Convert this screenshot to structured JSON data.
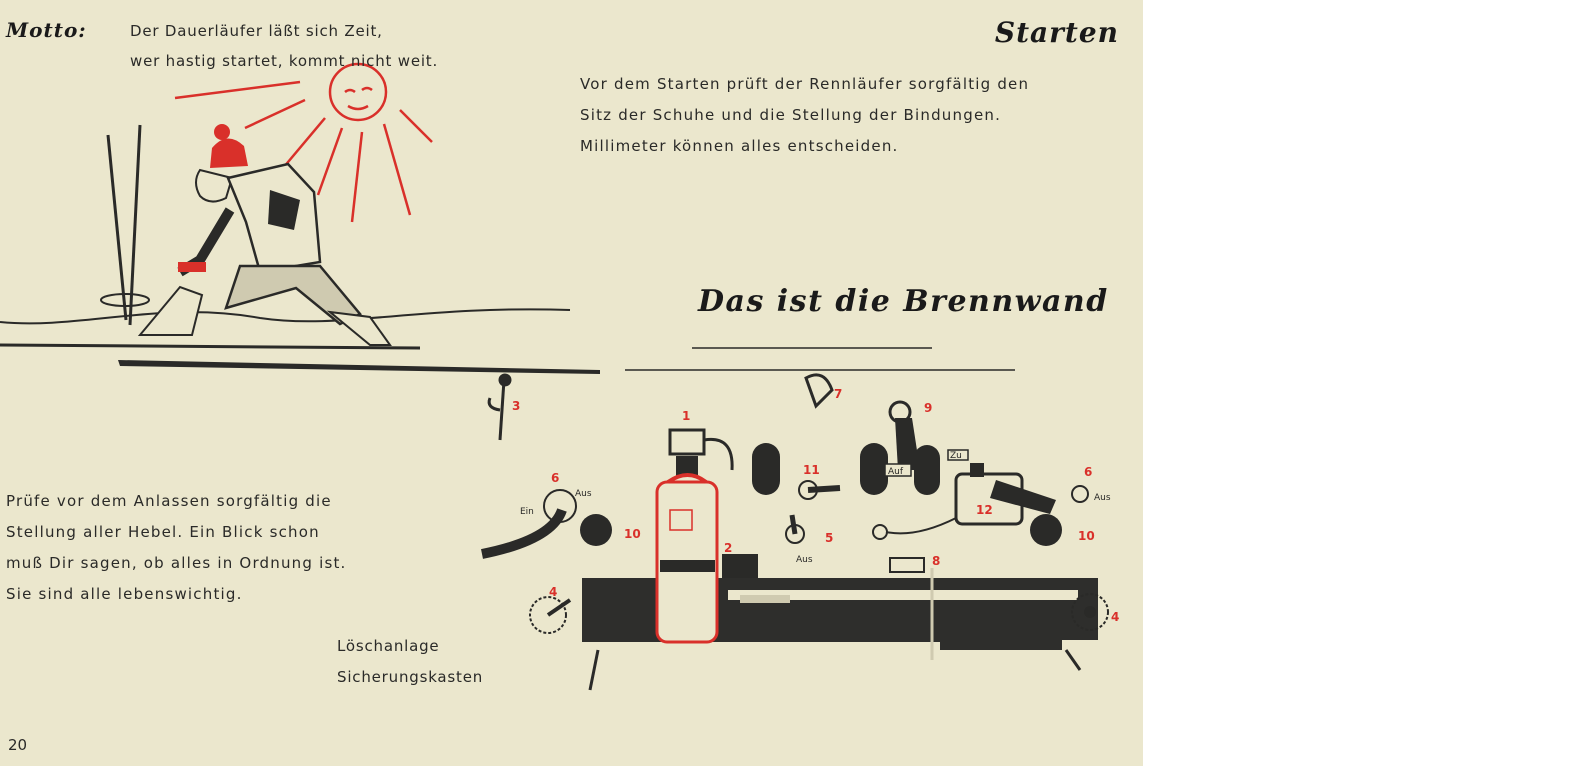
{
  "motto": {
    "label": "Motto:",
    "line1": "Der Dauerläufer läßt sich Zeit,",
    "line2": "wer hastig startet, kommt nicht weit."
  },
  "heading_right": "Starten",
  "intro_paragraph": [
    "Vor dem Starten prüft der Rennläufer sorgfältig den",
    "Sitz der Schuhe und die Stellung der Bindungen.",
    "Millimeter können alles entscheiden."
  ],
  "heading_center": "Das ist die Brennwand",
  "check_paragraph": [
    "Prüfe vor dem Anlassen sorgfältig die",
    "Stellung aller Hebel. Ein Blick schon",
    "muß Dir sagen, ob alles in Ordnung ist.",
    "Sie sind alle lebenswichtig."
  ],
  "captions": {
    "loeschanlage": "Löschanlage",
    "sicherungskasten": "Sicherungskasten"
  },
  "diagram_labels": {
    "n1": "1",
    "n2": "2",
    "n3": "3",
    "n4a": "4",
    "n4b": "4",
    "n5": "5",
    "n6a": "6",
    "n6b": "6",
    "n7": "7",
    "n8": "8",
    "n9": "9",
    "n10a": "10",
    "n10b": "10",
    "n11": "11",
    "n12": "12",
    "ein": "Ein",
    "aus1": "Aus",
    "aus2": "Aus",
    "aus3": "Aus",
    "auf": "Auf",
    "zu": "Zu"
  },
  "page_number": "20",
  "colors": {
    "paper": "#ebe7cd",
    "ink": "#2a2a28",
    "red": "#d9302a"
  }
}
